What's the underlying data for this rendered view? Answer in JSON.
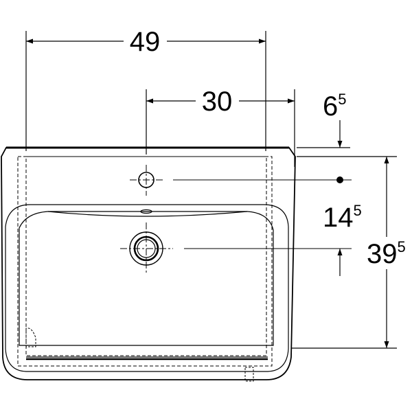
{
  "dimensions": {
    "overall_width": {
      "value": "49"
    },
    "tap_to_right": {
      "value": "30"
    },
    "tap_offset": {
      "main": "6",
      "sup": "5"
    },
    "tap_to_waste": {
      "main": "14",
      "sup": "5"
    },
    "overall_depth": {
      "main": "39",
      "sup": "5"
    }
  },
  "colors": {
    "line": "#000000",
    "background": "#ffffff"
  }
}
